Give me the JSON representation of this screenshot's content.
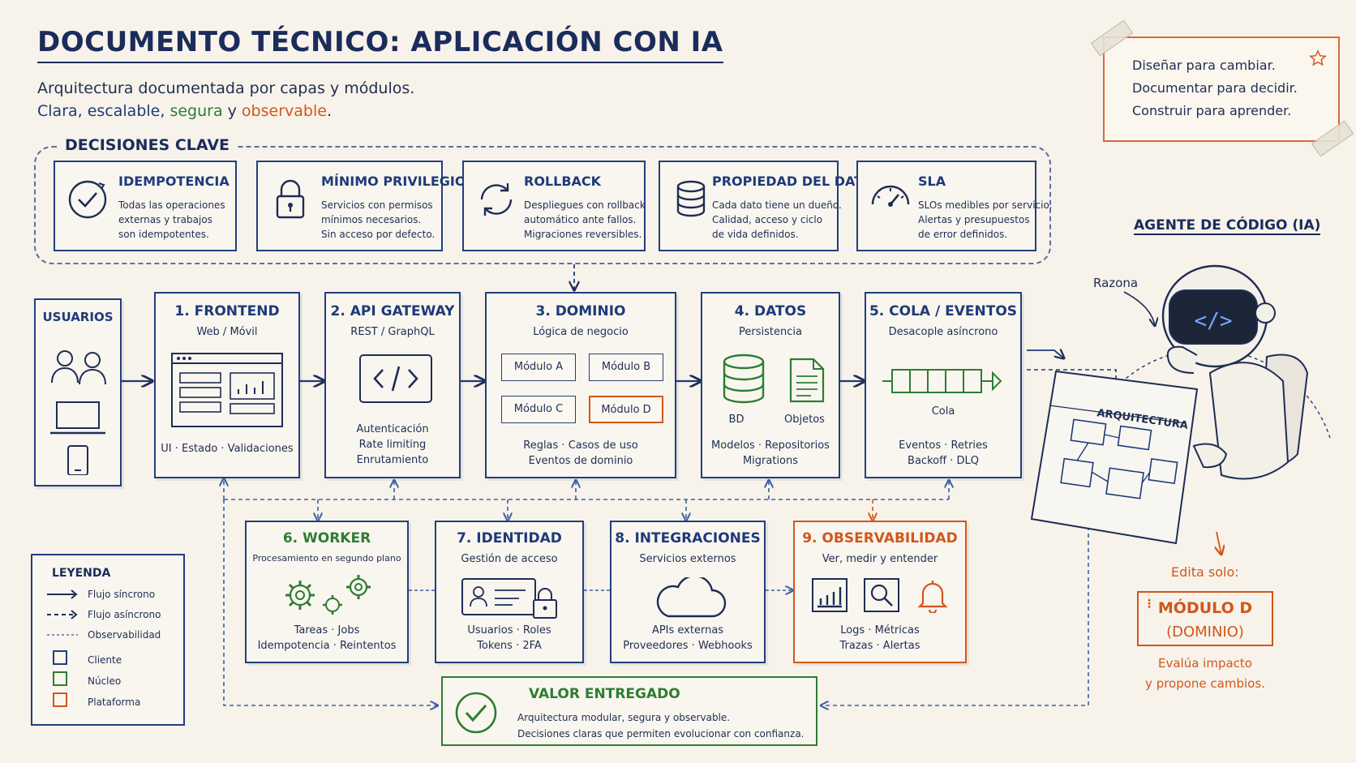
{
  "header": {
    "title": "DOCUMENTO TÉCNICO: APLICACIÓN CON IA",
    "subtitle_line1": "Arquitectura documentada por capas y módulos.",
    "subtitle_clara": "Clara, escalable, ",
    "subtitle_segura": "segura",
    "subtitle_y": " y ",
    "subtitle_observable": "observable",
    "subtitle_period": "."
  },
  "note": {
    "lines": [
      "Diseñar para cambiar.",
      "Documentar para decidir.",
      "Construir para aprender."
    ]
  },
  "decisions": {
    "label": "DECISIONES CLAVE",
    "cards": [
      {
        "icon": "check-circle-icon",
        "title": "IDEMPOTENCIA",
        "lines": [
          "Todas las operaciones",
          "externas y trabajos",
          "son idempotentes."
        ]
      },
      {
        "icon": "lock-icon",
        "title": "MÍNIMO PRIVILEGIO",
        "lines": [
          "Servicios con permisos",
          "mínimos necesarios.",
          "Sin acceso por defecto."
        ]
      },
      {
        "icon": "refresh-icon",
        "title": "ROLLBACK",
        "lines": [
          "Despliegues con rollback",
          "automático ante fallos.",
          "Migraciones reversibles."
        ]
      },
      {
        "icon": "database-icon",
        "title": "PROPIEDAD DEL DATO",
        "lines": [
          "Cada dato tiene un dueño.",
          "Calidad, acceso y ciclo",
          "de vida definidos."
        ]
      },
      {
        "icon": "gauge-icon",
        "title": "SLA",
        "lines": [
          "SLOs medibles por servicio.",
          "Alertas y presupuestos",
          "de error definidos."
        ]
      }
    ]
  },
  "users": {
    "label": "USUARIOS"
  },
  "layers": {
    "frontend": {
      "title": "1. FRONTEND",
      "subtitle": "Web / Móvil",
      "foot": "UI · Estado · Validaciones"
    },
    "gateway": {
      "title": "2. API GATEWAY",
      "subtitle": "REST / GraphQL",
      "foot": [
        "Autenticación",
        "Rate limiting",
        "Enrutamiento"
      ]
    },
    "dominio": {
      "title": "3. DOMINIO",
      "subtitle": "Lógica de negocio",
      "modules": [
        "Módulo A",
        "Módulo B",
        "Módulo C",
        "Módulo D"
      ],
      "foot": [
        "Reglas · Casos de uso",
        "Eventos de dominio"
      ]
    },
    "datos": {
      "title": "4. DATOS",
      "subtitle": "Persistencia",
      "bd": "BD",
      "objetos": "Objetos",
      "foot": [
        "Modelos · Repositorios",
        "Migrations"
      ]
    },
    "cola": {
      "title": "5. COLA / EVENTOS",
      "subtitle": "Desacople asíncrono",
      "cola": "Cola",
      "foot": [
        "Eventos · Retries",
        "Backoff · DLQ"
      ]
    },
    "worker": {
      "title": "6. WORKER",
      "subtitle": "Procesamiento en segundo plano",
      "foot": [
        "Tareas · Jobs",
        "Idempotencia · Reintentos"
      ]
    },
    "identidad": {
      "title": "7. IDENTIDAD",
      "subtitle": "Gestión de acceso",
      "foot": [
        "Usuarios · Roles",
        "Tokens · 2FA"
      ]
    },
    "integraciones": {
      "title": "8. INTEGRACIONES",
      "subtitle": "Servicios externos",
      "foot": [
        "APIs externas",
        "Proveedores · Webhooks"
      ]
    },
    "observabilidad": {
      "title": "9. OBSERVABILIDAD",
      "subtitle": "Ver, medir y entender",
      "foot": [
        "Logs · Métricas",
        "Trazas · Alertas"
      ]
    }
  },
  "legend": {
    "title": "LEYENDA",
    "items": [
      "Flujo síncrono",
      "Flujo asíncrono",
      "Observabilidad",
      "Cliente",
      "Núcleo",
      "Plataforma"
    ],
    "colors": {
      "cliente": "#223e7e",
      "nucleo": "#2e7d32",
      "plataforma": "#d2561c"
    }
  },
  "value": {
    "title": "VALOR ENTREGADO",
    "lines": [
      "Arquitectura modular, segura y observable.",
      "Decisiones claras que permiten evolucionar con confianza."
    ]
  },
  "agent": {
    "title": "AGENTE DE CÓDIGO (IA)",
    "razona": "Razona",
    "arquitectura": "ARQUITECTURA",
    "screen_code": "</>",
    "edita": "Edita solo:",
    "module_line1": "MÓDULO D",
    "module_line2": "(DOMINIO)",
    "after": [
      "Evalúa impacto",
      "y propone cambios."
    ]
  },
  "colors": {
    "navy": "#1f3a7a",
    "green": "#2e7d32",
    "orange": "#d2561c",
    "background": "#f7f3ea"
  }
}
